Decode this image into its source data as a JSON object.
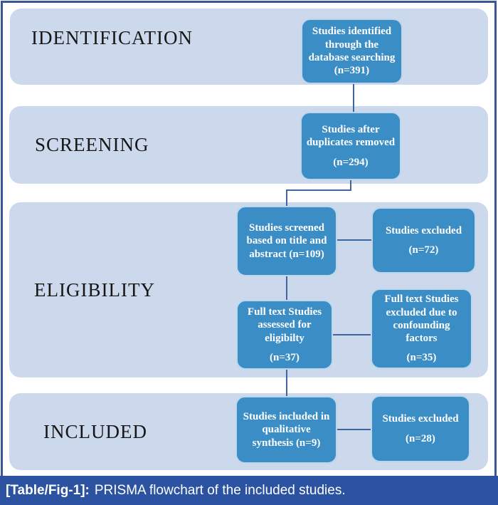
{
  "colors": {
    "band_fill": "#ccd9ed",
    "box_fill": "#3b8dc6",
    "box_border": "#bdd6ec",
    "box_text": "#ffffff",
    "connector": "#41659e",
    "frame_border": "#3a5795",
    "caption_bar": "#2b53a2"
  },
  "stages": [
    {
      "label": "IDENTIFICATION"
    },
    {
      "label": "SCREENING"
    },
    {
      "label": "ELIGIBILITY"
    },
    {
      "label": "INCLUDED"
    }
  ],
  "boxes": {
    "identified": {
      "text": "Studies identified through the database searching",
      "count": "(n=391)"
    },
    "after_duplicates": {
      "text": "Studies after duplicates removed",
      "count": "(n=294)"
    },
    "screened": {
      "text": "Studies screened based on title and abstract (n=109)"
    },
    "excluded_screening": {
      "text": "Studies excluded",
      "count": "(n=72)"
    },
    "fulltext_assessed": {
      "text": "Full text Studies assessed for eligibilty",
      "count": "(n=37)"
    },
    "fulltext_excluded": {
      "text": "Full text Studies excluded due to confounding factors",
      "count": "(n=35)"
    },
    "included_qualitative": {
      "text": "Studies included in qualitative synthesis (n=9)"
    },
    "excluded_included": {
      "text": "Studies excluded",
      "count": "(n=28)"
    }
  },
  "caption": {
    "label": "[Table/Fig-1]:",
    "text": "PRISMA flowchart of the included studies."
  }
}
